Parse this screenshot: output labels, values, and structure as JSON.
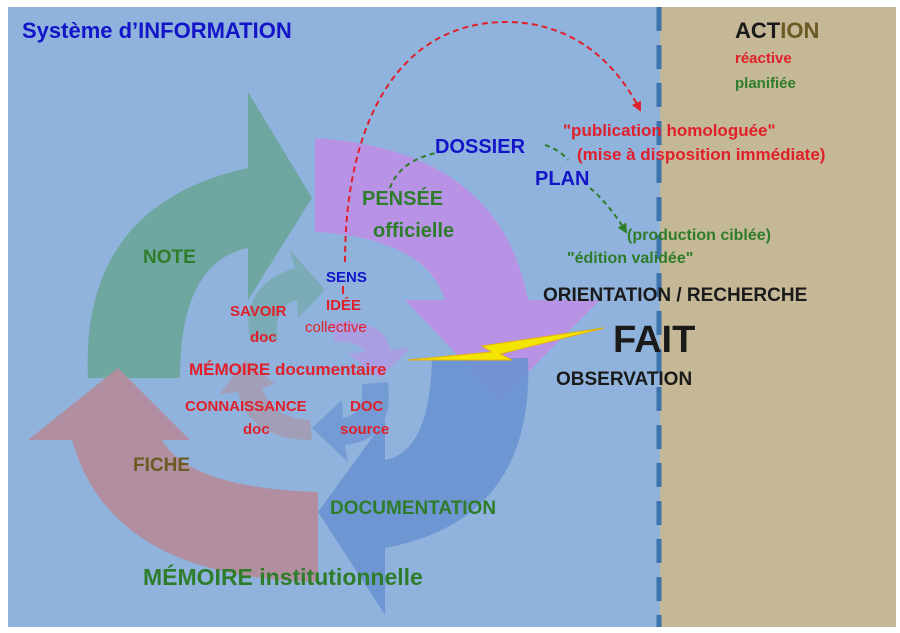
{
  "colors": {
    "info_bg": "#8fb3dc",
    "action_bg": "#c5b896",
    "divider": "#3f73ad",
    "note_arrow": "#6aa497",
    "pensee_arrow": "#bc8fe6",
    "fiche_arrow": "#b58c9a",
    "documentation_arrow": "#6a92d2",
    "red": "#e0202a",
    "green": "#2f7d2b",
    "blue": "#1414c8",
    "dark": "#1a1a1a",
    "olive": "#6b5a24",
    "lightning": "#f2e600"
  },
  "titles": {
    "systeme": "Système d’INFORMATION",
    "action_prefix": "ACT",
    "action_suffix": "ION",
    "reactive": "réactive",
    "planifiee": "planifiée"
  },
  "labels": {
    "note": "NOTE",
    "fiche": "FICHE",
    "documentation": "DOCUMENTATION",
    "pensee_1": "PENSÉE",
    "pensee_2": "officielle",
    "dossier": "DOSSIER",
    "plan": "PLAN",
    "sens": "SENS",
    "idee_1": "IDÉE",
    "idee_2": "collective",
    "savoir_1": "SAVOIR",
    "savoir_2": "doc",
    "memoire_doc": "MÉMOIRE documentaire",
    "connaissance_1": "CONNAISSANCE",
    "connaissance_2": "doc",
    "doc_1": "DOC",
    "doc_2": "source",
    "memoire_inst": "MÉMOIRE institutionnelle",
    "publication_1": "\"publication homologuée\"",
    "publication_2": "(mise à disposition immédiate)",
    "production": "(production ciblée)",
    "edition": "\"édition validée\"",
    "orientation": "ORIENTATION / RECHERCHE",
    "fait": "FAIT",
    "observation": "OBSERVATION"
  }
}
